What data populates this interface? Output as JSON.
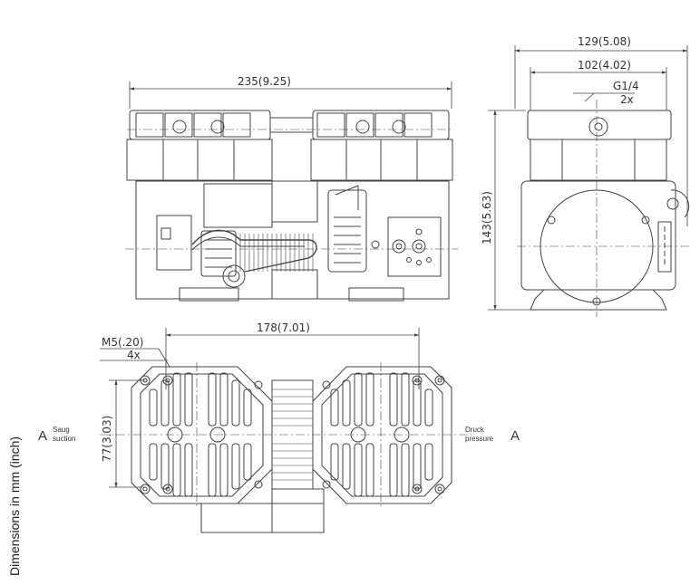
{
  "caption": "Dimensions in mm (inch)",
  "front_view": {
    "width_dim": "235(9.25)"
  },
  "side_view": {
    "overall_width": "129(5.08)",
    "port_spacing": "102(4.02)",
    "thread": "G1/4",
    "thread_qty": "2x",
    "height_dim": "143(5.63)"
  },
  "top_view": {
    "length_dim": "178(7.01)",
    "screw": "M5(.20)",
    "screw_qty": "4x",
    "width_dim": "77(3.03)",
    "suction_marker": "A",
    "suction_de": "Saug",
    "suction_en": "suction",
    "pressure_de": "Druck",
    "pressure_en": "pressure",
    "pressure_marker": "A"
  }
}
